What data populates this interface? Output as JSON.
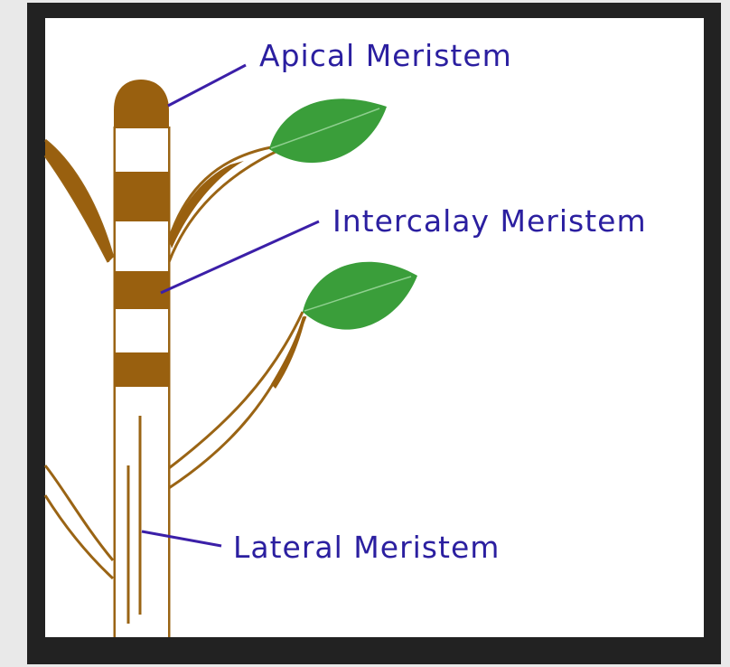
{
  "labels": {
    "apical": "Apical Meristem",
    "intercalary": "Intercalay Meristem",
    "lateral": "Lateral Meristem"
  },
  "colors": {
    "background": "#e9e9e9",
    "frame": "#222222",
    "panel": "#ffffff",
    "stem_outline": "#9a6414",
    "meristem_band": "#99600f",
    "leaf": "#3a9e3a",
    "leaf_vein": "#8fcf8f",
    "pointer_line": "#3b1fa8",
    "label_text": "#2b1fa0"
  }
}
